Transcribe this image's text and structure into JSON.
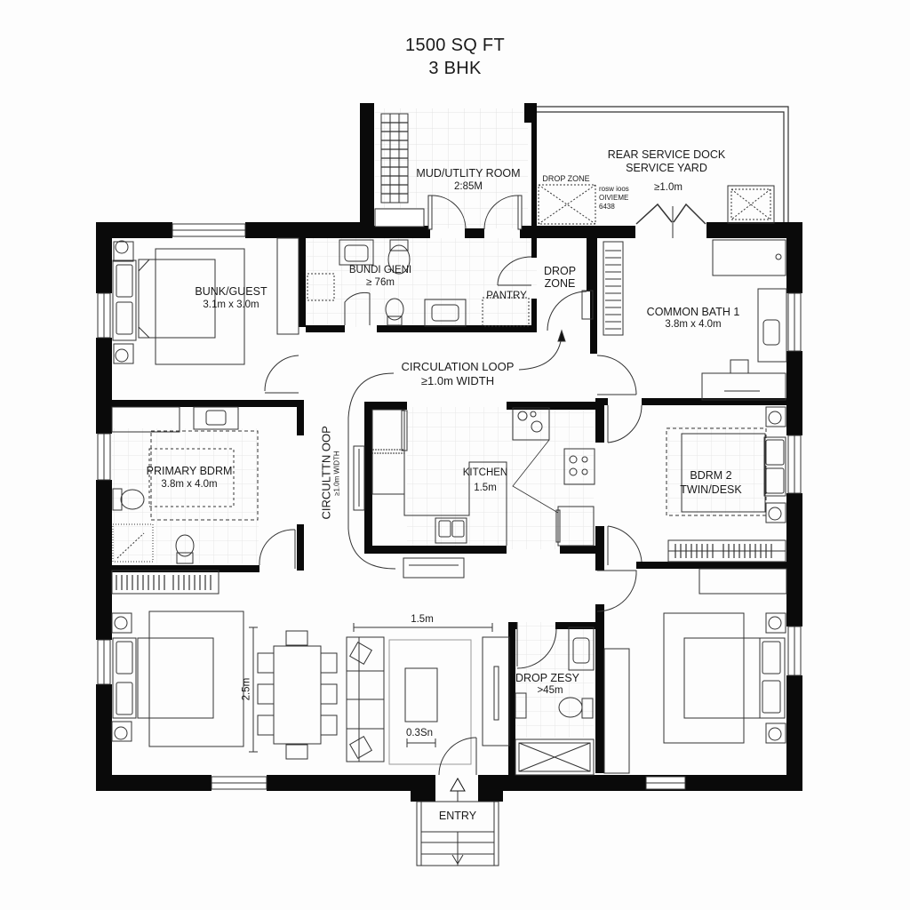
{
  "header": {
    "area": "1500 SQ FT",
    "config": "3 BHK"
  },
  "colors": {
    "wall": "#0a0a0a",
    "line": "#333333",
    "grid": "#e4e4e4",
    "background": "#fdfdfd"
  },
  "rooms": {
    "mud_utility": {
      "name": "MUD/UTLITY ROOM",
      "dim": "2:85M"
    },
    "rear_service": {
      "name": "REAR SERVICE DOCK",
      "name2": "SERVICE YARD",
      "dim": "≥1.0m"
    },
    "drop_zone_top": {
      "name": "DROP ZONE",
      "note1": "rosw ioos",
      "note2": "OIVIEME",
      "note3": "6438"
    },
    "bund": {
      "name": "BUNDI GIENI",
      "dim": "≥ 76m"
    },
    "pantry": {
      "name": "PANTRY"
    },
    "drop_zone_mid": {
      "name": "DROP",
      "name2": "ZONE"
    },
    "bunk_guest": {
      "name": "BUNK/GUEST",
      "dim": "3.1m x 3.0m"
    },
    "common_bath": {
      "name": "COMMON BATH 1",
      "dim": "3.8m x 4.0m"
    },
    "circulation": {
      "name": "CIRCULATION LOOP",
      "dim": "≥1.0m WIDTH"
    },
    "circulation_vert": {
      "name": "CIRCULTTN OOP",
      "dim": "≥1.0m WIDTH"
    },
    "primary": {
      "name": "PRIMARY BDRM",
      "dim": "3.8m x 4.0m"
    },
    "kitchen": {
      "name": "KITCHEN",
      "dim": "1.5m"
    },
    "bdrm2": {
      "name": "BDRM 2",
      "dim": "TWIN/DESK"
    },
    "living": {
      "dim_top": "1.5m",
      "dim_side": "2.5m",
      "dim_table": "0.3Sn"
    },
    "drop_zesy": {
      "name": "DROP ZESY",
      "dim": ">45m"
    },
    "entry": {
      "name": "ENTRY"
    }
  }
}
